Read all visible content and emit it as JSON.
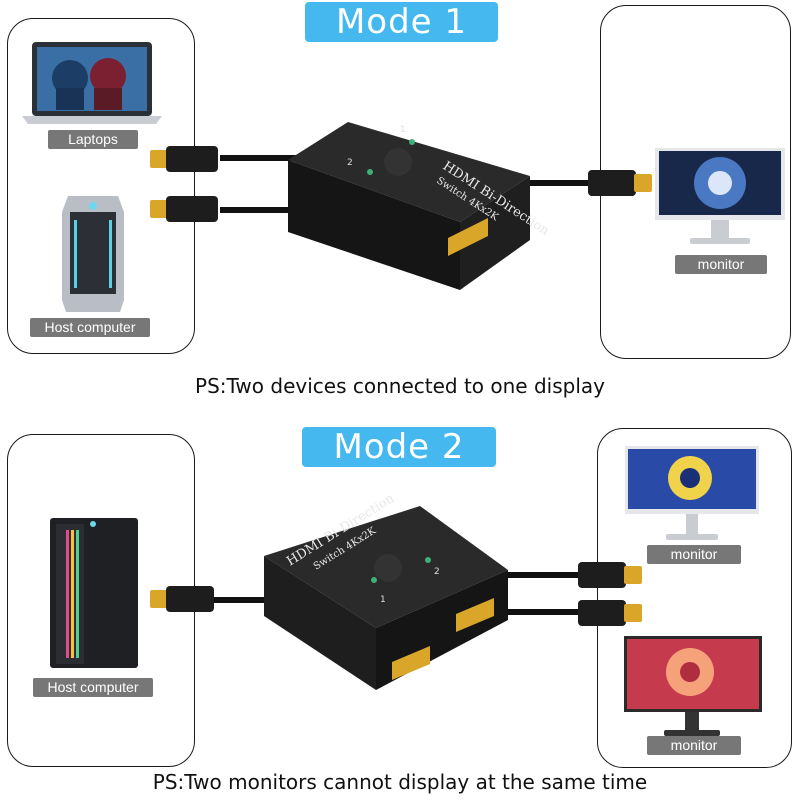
{
  "mode1": {
    "title": "Mode 1",
    "left_labels": [
      "Laptops",
      "Host computer"
    ],
    "right_labels": [
      "monitor"
    ],
    "caption": "PS:Two devices connected to one display",
    "device": {
      "line1": "HDMI Bi-Direction",
      "line2": "Switch 4Kx2K",
      "port1": "1",
      "port2": "2"
    }
  },
  "mode2": {
    "title": "Mode 2",
    "left_labels": [
      "Host computer"
    ],
    "right_labels": [
      "monitor",
      "monitor"
    ],
    "caption": "PS:Two monitors cannot display at the same time",
    "device": {
      "line1": "HDMI Bi-Direction",
      "line2": "Switch 4Kx2K",
      "port1": "1",
      "port2": "2"
    }
  },
  "colors": {
    "accent": "#45b8ef",
    "tag": "#777777",
    "device": "#1c1c1c",
    "connector_gold": "#d9a62a"
  }
}
